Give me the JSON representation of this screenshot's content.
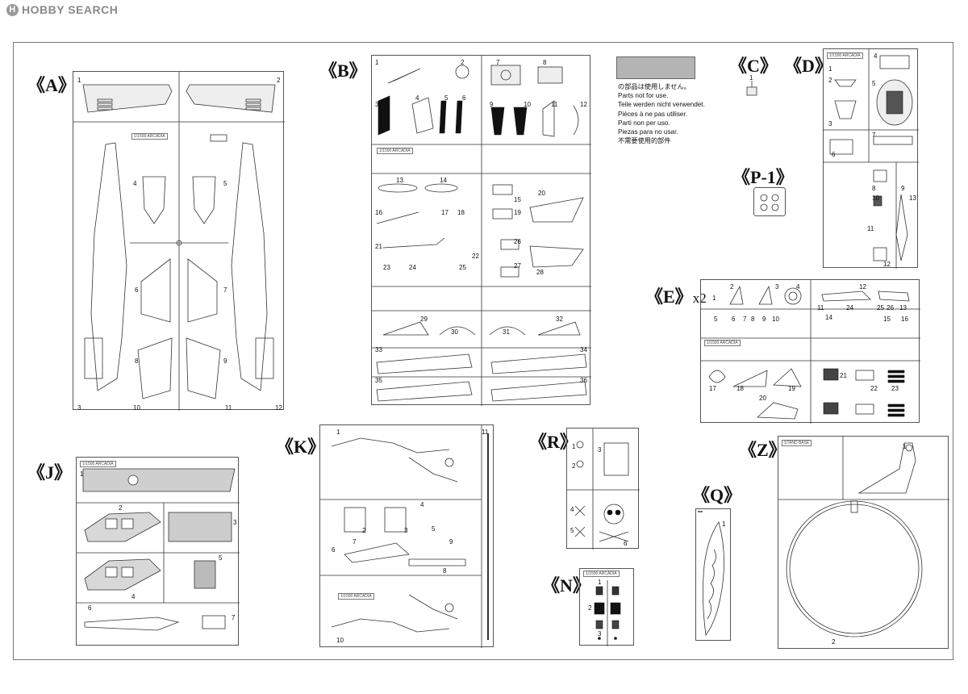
{
  "watermark": {
    "text": "HOBBY SEARCH"
  },
  "legend": {
    "lines": [
      "の部品は使用しません。",
      "Parts not for use.",
      "Teile werden nicht verwendet.",
      "Pièces à ne pas utiliser.",
      "Parti non per uso.",
      "Piezas para no usar.",
      "不需要使用的部件"
    ]
  },
  "sprue_labels": {
    "A": "《A》",
    "B": "《B》",
    "C": "《C》",
    "D": "《D》",
    "E": "《E》",
    "E_count": "x2",
    "P1": "《P-1》",
    "J": "《J》",
    "K": "《K》",
    "R": "《R》",
    "N": "《N》",
    "Q": "《Q》",
    "Z": "《Z》"
  },
  "sprue_tags": {
    "A": "1/1500 ARCADIA",
    "B": "1/1500 ARCADIA",
    "D": "1/1500 ARCADIA",
    "E": "1/1500 ARCADIA",
    "J": "1/1500 ARCADIA",
    "K": "1/1500 ARCADIA",
    "N": "1/1500 ARCADIA",
    "Q": "",
    "Z": "STAND BASE"
  },
  "part_numbers": {
    "A": [
      "1",
      "2",
      "3",
      "4",
      "5",
      "6",
      "7",
      "8",
      "9",
      "10",
      "11",
      "12"
    ],
    "B": [
      "1",
      "2",
      "3",
      "4",
      "5",
      "6",
      "7",
      "8",
      "9",
      "10",
      "11",
      "12",
      "13",
      "14",
      "15",
      "16",
      "17",
      "18",
      "19",
      "20",
      "21",
      "22",
      "23",
      "24",
      "25",
      "26",
      "27",
      "28",
      "29",
      "30",
      "31",
      "32",
      "33",
      "34",
      "35",
      "36"
    ],
    "C": [
      "1"
    ],
    "D": [
      "1",
      "2",
      "3",
      "4",
      "5",
      "6",
      "7",
      "8",
      "9",
      "10",
      "11",
      "12",
      "13"
    ],
    "E": [
      "1",
      "2",
      "3",
      "4",
      "5",
      "6",
      "7",
      "8",
      "9",
      "10",
      "11",
      "12",
      "13",
      "14",
      "15",
      "16",
      "17",
      "18",
      "19",
      "20",
      "21",
      "22",
      "23",
      "24",
      "25",
      "26"
    ],
    "J": [
      "1",
      "2",
      "3",
      "4",
      "5",
      "6",
      "7"
    ],
    "K": [
      "1",
      "2",
      "3",
      "4",
      "5",
      "6",
      "7",
      "8",
      "9",
      "10",
      "11"
    ],
    "R": [
      "1",
      "2",
      "3",
      "4",
      "5",
      "6"
    ],
    "N": [
      "1",
      "2",
      "3"
    ],
    "Q": [
      "1"
    ],
    "Z": [
      "1",
      "2"
    ]
  }
}
